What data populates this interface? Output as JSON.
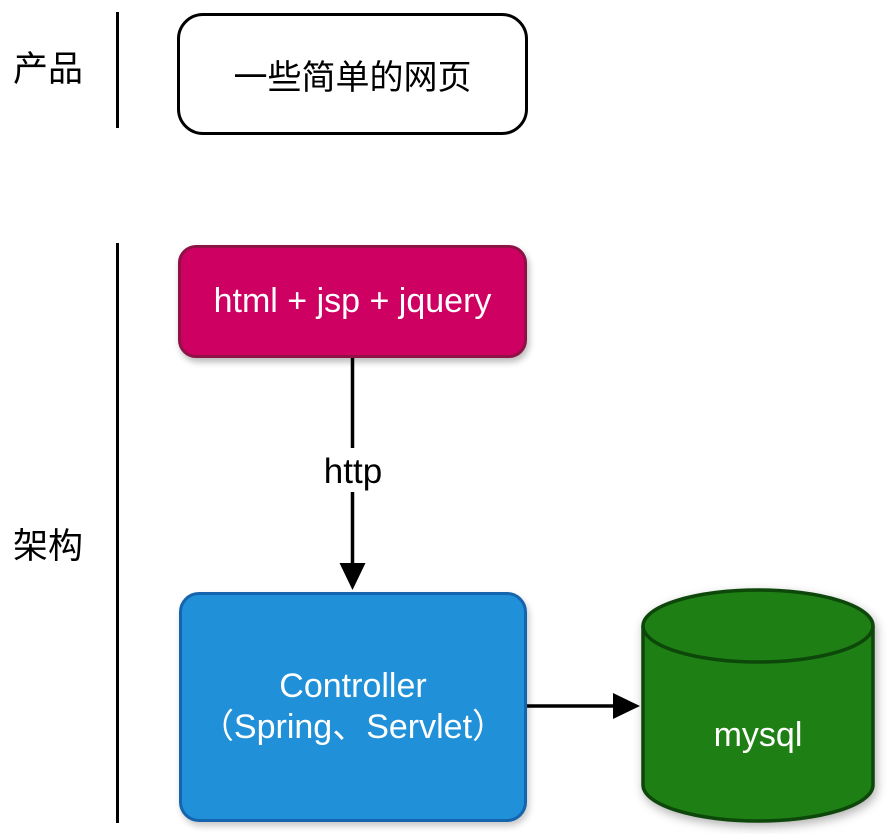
{
  "colors": {
    "line": "#000000",
    "text_dark": "#000000",
    "text_light": "#ffffff",
    "frontend_fill": "#ce0061",
    "frontend_border": "#8e1245",
    "controller_fill": "#2090d8",
    "controller_border": "#1464ae",
    "db_fill": "#1e7f14",
    "db_border": "#0d470a"
  },
  "sections": {
    "product": {
      "label": "产品"
    },
    "architecture": {
      "label": "架构"
    }
  },
  "nodes": {
    "product_pages": {
      "label": "一些简单的网页"
    },
    "frontend": {
      "label": "html + jsp + jquery"
    },
    "controller": {
      "title": "Controller",
      "subtitle": "（Spring、Servlet）"
    },
    "database": {
      "label": "mysql"
    }
  },
  "edges": {
    "http": {
      "label": "http"
    }
  }
}
